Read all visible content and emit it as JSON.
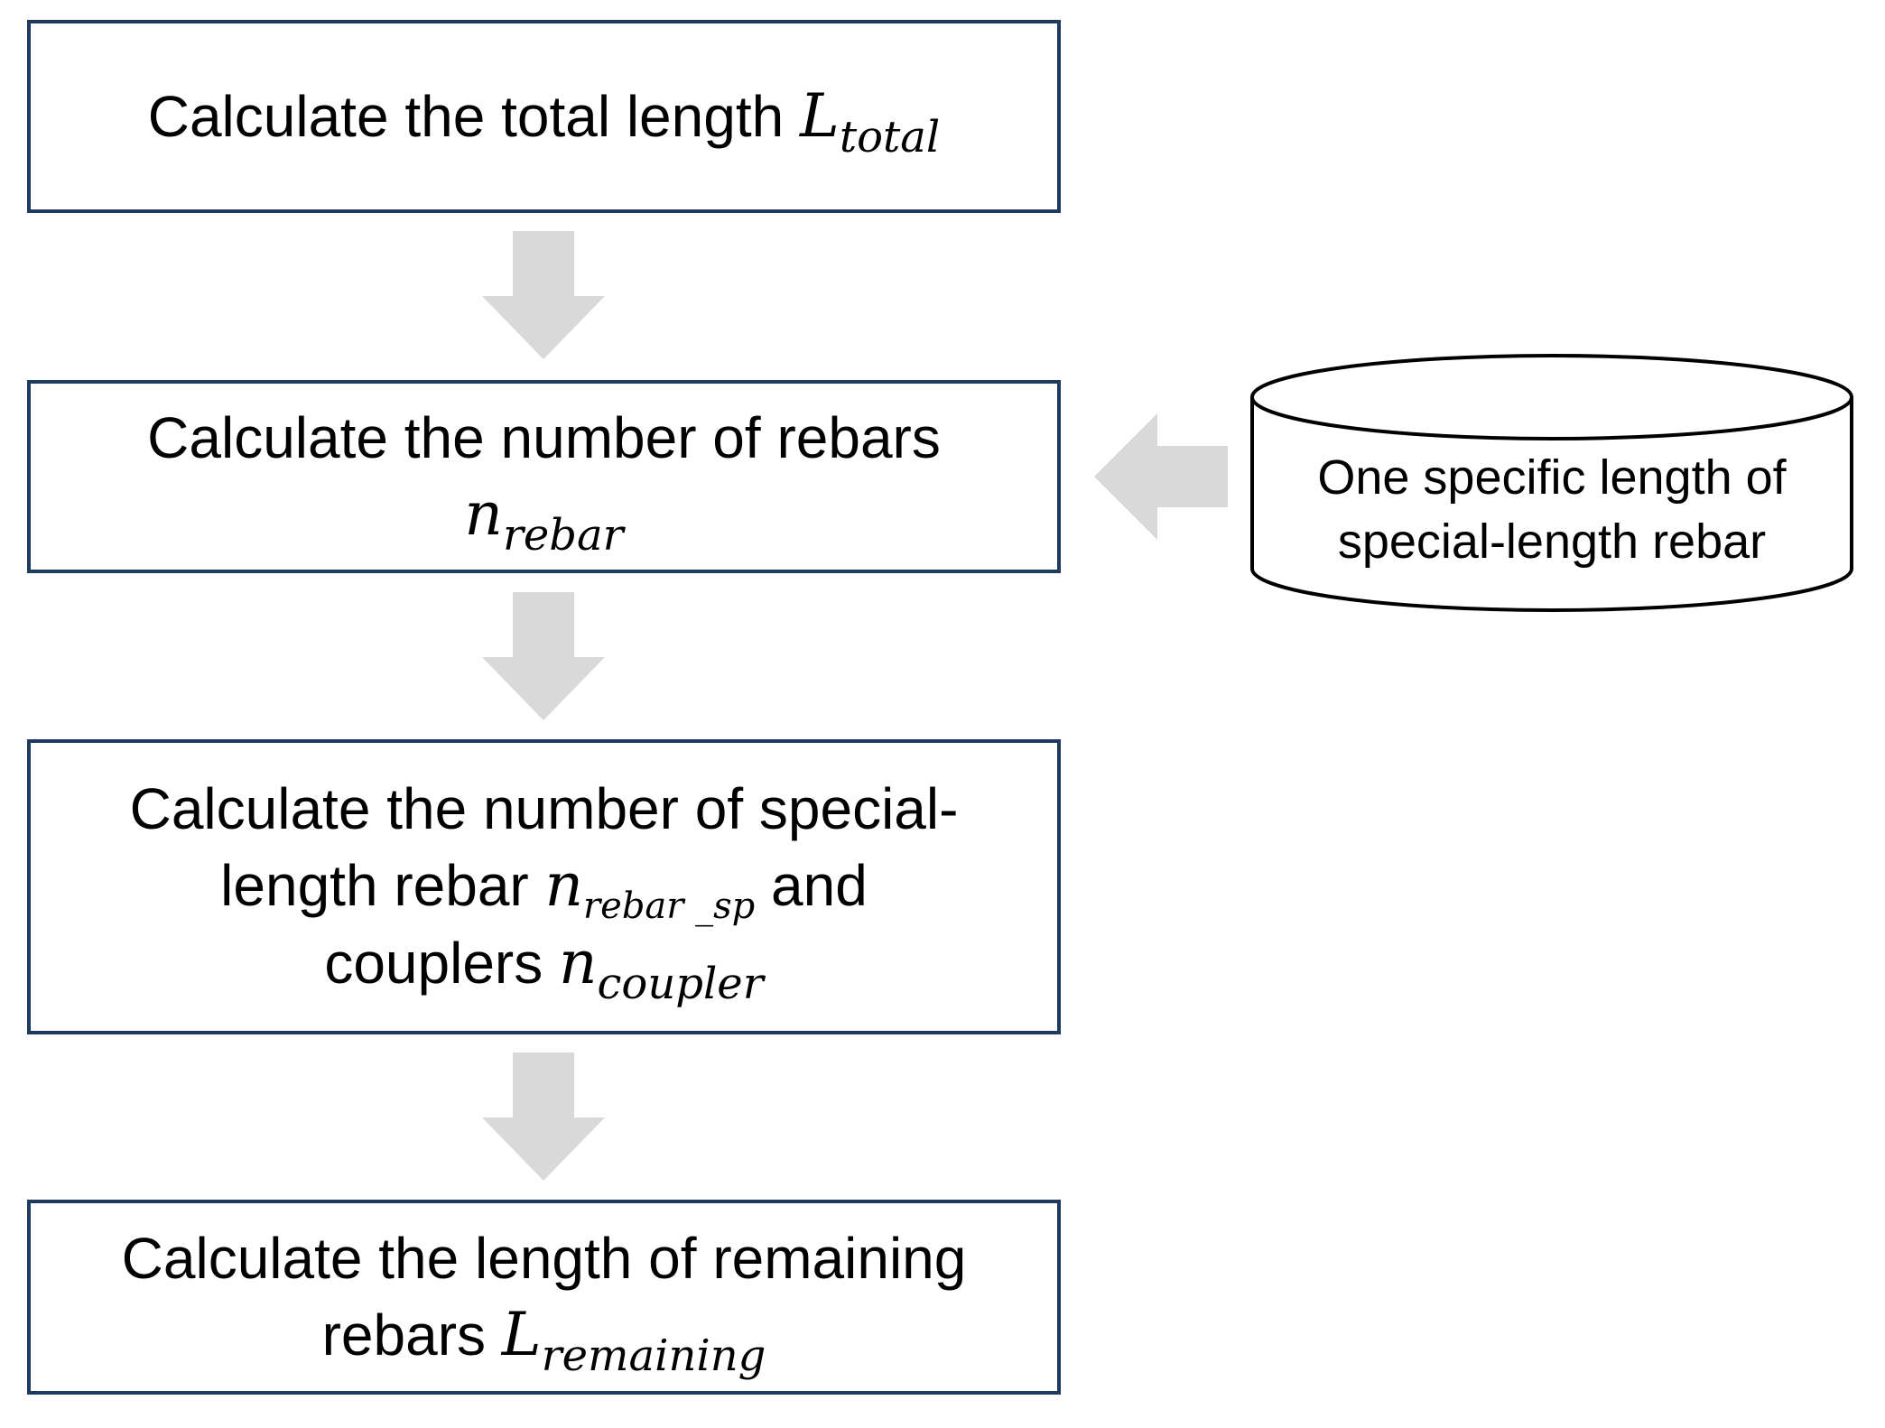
{
  "steps": [
    {
      "text": "Calculate the total length",
      "math_base": "L",
      "math_sub": "total",
      "after": ""
    },
    {
      "text": "Calculate the number of rebars",
      "math_base": "n",
      "math_sub": "rebar",
      "after": ""
    },
    {
      "line1": "Calculate the number of special-",
      "line2_pre": "length rebar",
      "math1_base": "n",
      "math1_sub": "rebar _sp",
      "line2_post": "and",
      "line3_pre": "couplers",
      "math2_base": "n",
      "math2_sub": "coupler"
    },
    {
      "line1": "Calculate the length of remaining",
      "line2_pre": "rebars",
      "math_base": "L",
      "math_sub": "remaining"
    }
  ],
  "datastore": {
    "line1": "One specific length of",
    "line2": "special-length rebar"
  },
  "colors": {
    "box_border": "#1f3a5f",
    "arrow_fill": "#d9d9d9",
    "datastore_stroke": "#000000"
  }
}
